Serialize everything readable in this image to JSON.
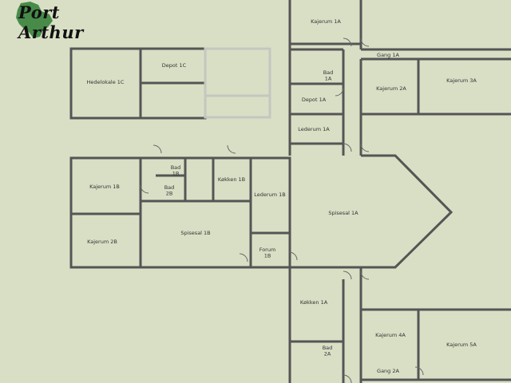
{
  "logo": {
    "text": "Port Arthur"
  },
  "rooms": {
    "hedelokale_1c": "Hedelokale 1C",
    "depot_1c": "Depot 1C",
    "kajerum_1a": "Kajerum 1A",
    "bad_1a": "Bad\n1A",
    "gang_1a": "Gang 1A",
    "kajerum_2a": "Kajerum 2A",
    "kajerum_3a": "Kajerum 3A",
    "depot_1a": "Depot 1A",
    "lederum_1a": "Lederum 1A",
    "kajerum_1b": "Kajerum 1B",
    "bad_1b": "Bad\n1B",
    "bad_2b": "Bad\n2B",
    "kokken_1b": "Køkken 1B",
    "lederum_1b": "Lederum 1B",
    "spisesal_1a": "Spisesal 1A",
    "kajerum_2b": "Kajerum 2B",
    "spisesal_1b": "Spisesal 1B",
    "forum_1b": "Forum\n1B",
    "kokken_1a": "Køkken 1A",
    "kajerum_4a": "Kajerum 4A",
    "kajerum_5a": "Kajerum 5A",
    "bad_2a": "Bad\n2A",
    "gang_2a": "Gang 2A"
  },
  "colors": {
    "background": "#d9dfc5",
    "wall": "#555555",
    "inactive_wall": "#c4c7c0",
    "logo_green": "#2e7d32"
  }
}
